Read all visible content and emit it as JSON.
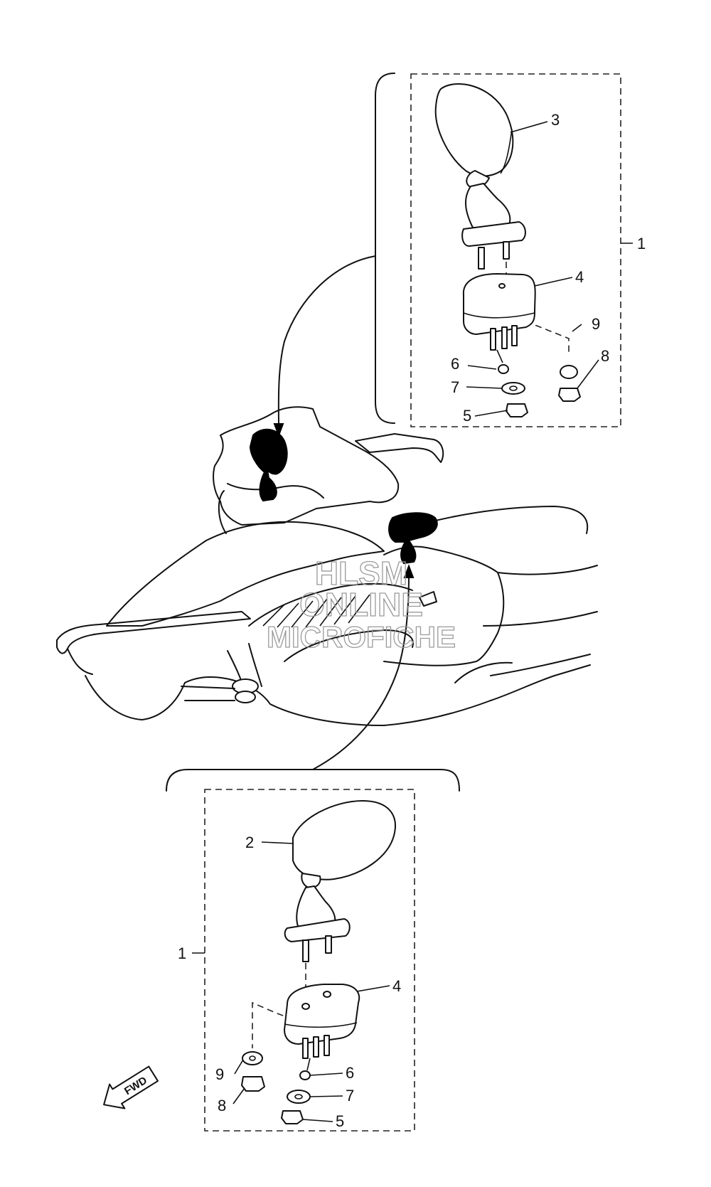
{
  "watermark": {
    "line1": "HLSM",
    "line2": "ONLINE",
    "line3": "MICROFICHE"
  },
  "direction_badge": "FWD",
  "callouts": {
    "upper": {
      "assembly": "1",
      "mirror": "3",
      "base": "4",
      "washer_outer": "9",
      "nut_outer": "8",
      "collar": "6",
      "washer_inner": "7",
      "nut_inner": "5"
    },
    "lower": {
      "assembly": "1",
      "mirror": "2",
      "base": "4",
      "washer_outer": "9",
      "nut_outer": "8",
      "collar": "6",
      "washer_inner": "7",
      "nut_inner": "5"
    }
  }
}
